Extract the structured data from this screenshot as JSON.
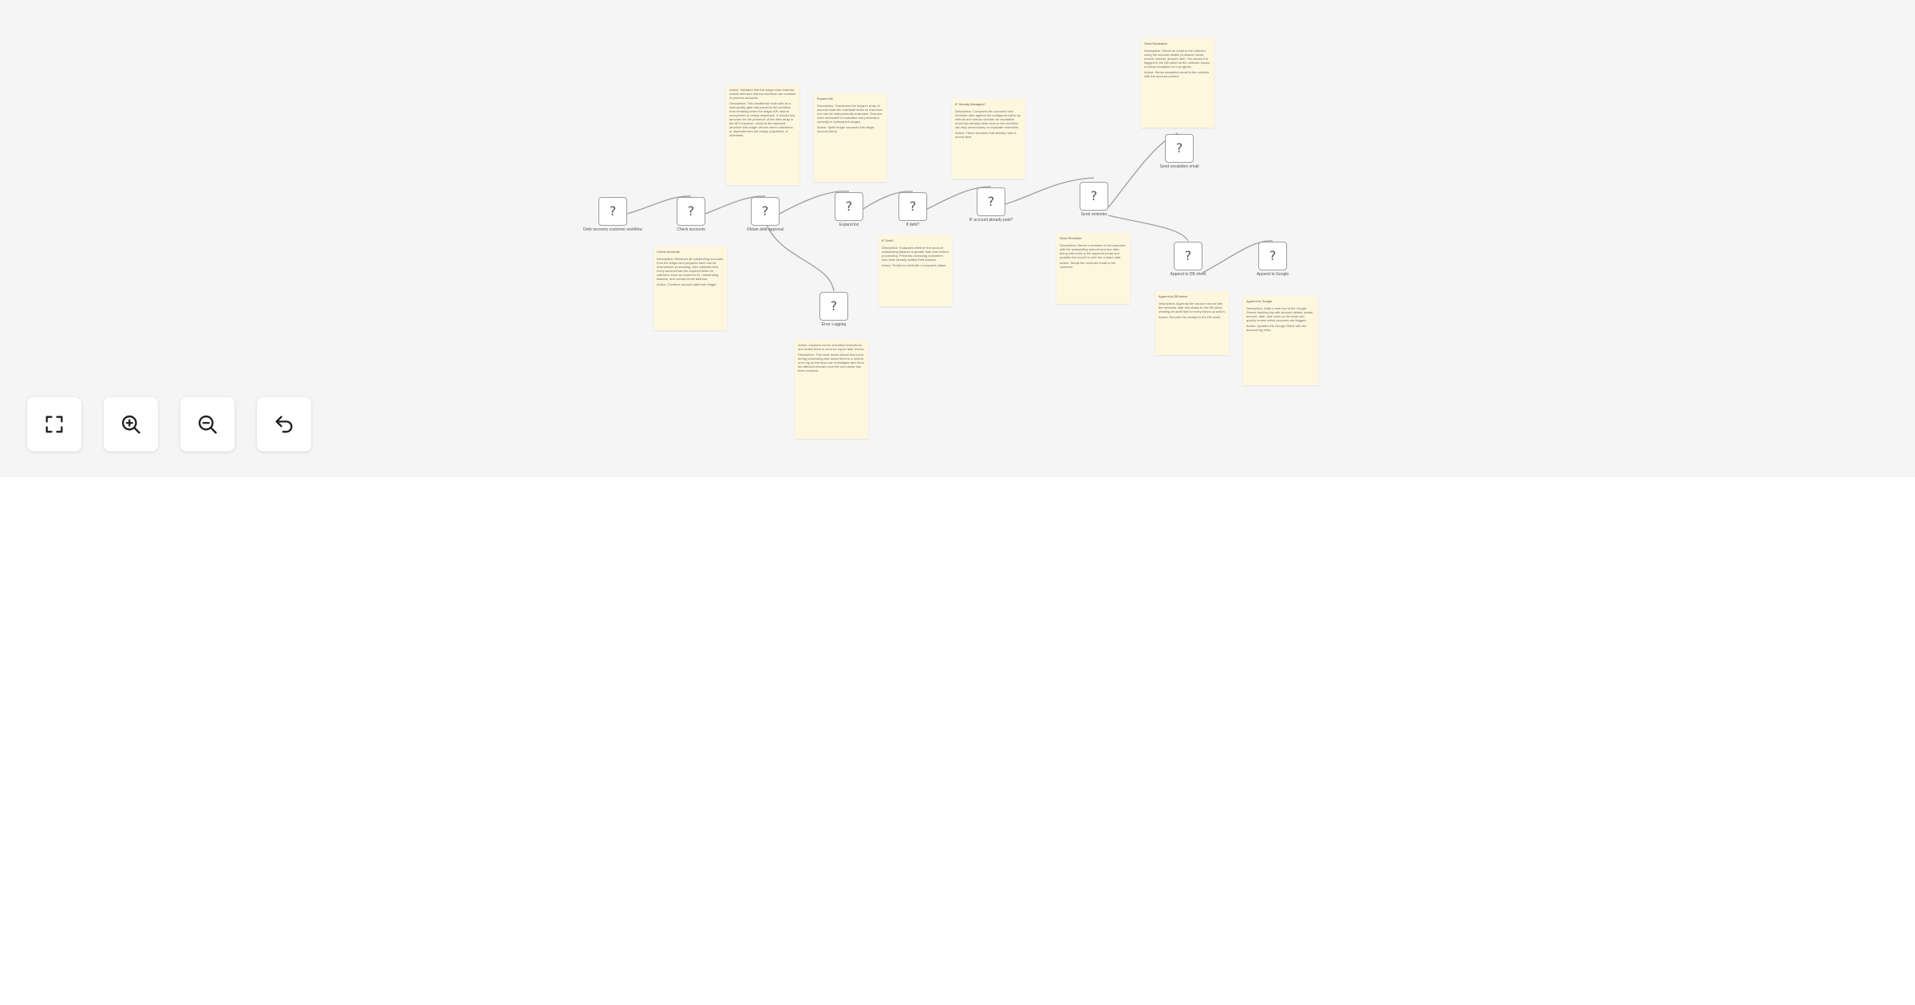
{
  "colors": {
    "canvas_bg": "#f5f5f5",
    "page_bg": "#ffffff",
    "note_bg": "#fff6de",
    "edge": "#9e9e9e",
    "node_border": "#9e9e9e"
  },
  "nodes": [
    {
      "id": "n1",
      "glyph": "?",
      "label": "Debt recovery customer workflow"
    },
    {
      "id": "n2",
      "glyph": "?",
      "label": "Check accounts"
    },
    {
      "id": "n3",
      "glyph": "?",
      "label": "Obtain debt approval"
    },
    {
      "id": "n4",
      "glyph": "?",
      "label": "Expand list"
    },
    {
      "id": "n5",
      "glyph": "?",
      "label": "If debt?"
    },
    {
      "id": "n6",
      "glyph": "?",
      "label": "IF account already paid?"
    },
    {
      "id": "n7",
      "glyph": "?",
      "label": "Send reminder"
    },
    {
      "id": "n8",
      "glyph": "?",
      "label": "Send escalation email"
    },
    {
      "id": "n9",
      "glyph": "?",
      "label": "Append to DB sheet"
    },
    {
      "id": "n10",
      "glyph": "?",
      "label": "Append to Google"
    },
    {
      "id": "n11",
      "glyph": "?",
      "label": "Error Logging"
    }
  ],
  "notes": [
    {
      "id": "note-check",
      "title": "Check Accounts",
      "lines": [
        "Description: Retrieves all outstanding accounts from the ledger and prepares each row for downstream processing. Also validates that every account has the required fields for collection such as customer ID, outstanding balance, and contact email address.",
        "Action: Confirms account data from ledger."
      ]
    },
    {
      "id": "note-approval",
      "title": "",
      "lines": [
        "Action: Validates that the ledger data returned usable data and that the workflow can continue to process accounts.",
        "Description: This conditional node acts as a data quality gate that prevents the workflow from breaking when the ledger API returns unexpected or empty responses. It checks key structure for the presence of the data array in the API response, which is the standard structure that ledger returns when collections or dependencies are empty, populated, or otherwise."
      ]
    },
    {
      "id": "note-expand",
      "title": "Expand list",
      "lines": [
        "Description: Transforms the ledger's array of account data into individual items so that each one can be independently evaluated. Ensures each receivable is evaluated and processed correctly in subsequent stages.",
        "Action: Splits ledger accounts into single account items."
      ]
    },
    {
      "id": "note-ifdebt",
      "title": "IF Debt?",
      "lines": [
        "Description: Evaluates whether the account outstanding balance is greater than zero before proceeding. Prevents contacting customers who have already settled their balance.",
        "Action: Routes to reminder or payment status."
      ]
    },
    {
      "id": "note-paid",
      "title": "IF Already Managed?",
      "lines": [
        "Description: Compares the account's last reminder date against the configured follow-up interval and checks whether an escalation email has already been sent so the workflow can skip unnecessary or duplicate reminders.",
        "Action: Filters accounts that already have a recent alert."
      ]
    },
    {
      "id": "note-reminder",
      "title": "Send Reminder",
      "lines": [
        "Description: Sends a reminder to the customer with the outstanding amount and due date, along with a link to the payment portal and updates the record to note the contact date.",
        "Action: Sends the reminder email to the customer."
      ]
    },
    {
      "id": "note-escalation",
      "title": "Send Escalation",
      "lines": [
        "Description: Sends an email to the collector using the account details (customer name, invoice number, amount due). The account is flagged in the DB sheet so the collector knows a formal escalation is in progress.",
        "Action: Sends escalation email to the collector with the account context."
      ]
    },
    {
      "id": "note-dbsheet",
      "title": "Append to DB sheet",
      "lines": [
        "Description: Appends the account record with the reminder date and status to the DB sheet, creating an audit trail for every follow-up action.",
        "Action: Records the contact in the DB sheet."
      ]
    },
    {
      "id": "note-google",
      "title": "Append to Google",
      "lines": [
        "Description: Adds a new row to the Google Sheets tracking log with account details, status, amount, date, and notes so the team can quickly review which accounts are flagged.",
        "Action: Updates the Google Sheet with the account log entry."
      ]
    },
    {
      "id": "note-error",
      "title": "",
      "lines": [
        "Action: Captures errors and failed executions and routes them to an error log for later review.",
        "Description: This node tracks issues that occur during processing and saves them to a central error log so the team can investigate and rerun the affected records once the root cause has been resolved."
      ]
    }
  ],
  "controls": [
    {
      "id": "fit",
      "icon": "fit-view-icon"
    },
    {
      "id": "zoom-in",
      "icon": "zoom-in-icon"
    },
    {
      "id": "zoom-out",
      "icon": "zoom-out-icon"
    },
    {
      "id": "undo",
      "icon": "undo-icon"
    }
  ]
}
